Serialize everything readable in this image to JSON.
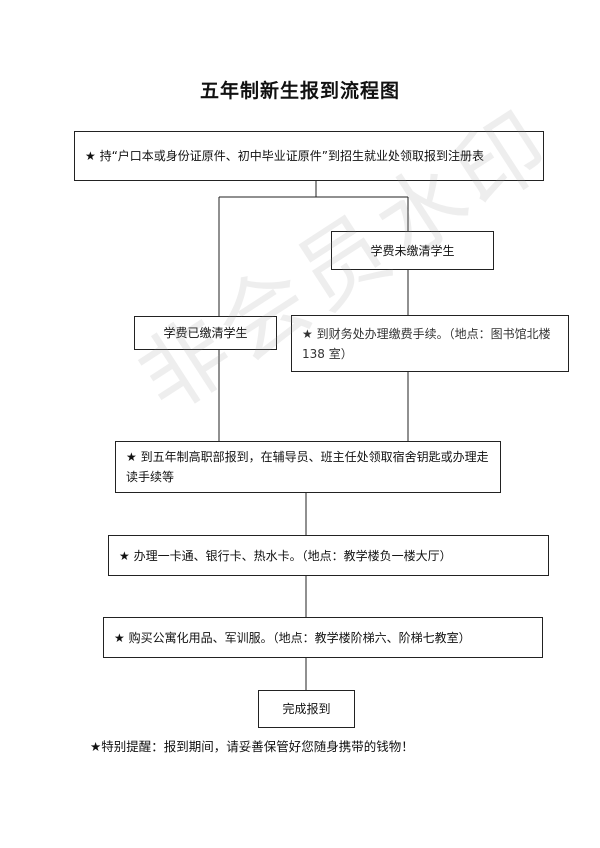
{
  "title": "五年制新生报到流程图",
  "steps": {
    "collect_form": "★ 持“户口本或身份证原件、初中毕业证原件”到招生就业处领取报到注册表",
    "unpaid": "学费未缴清学生",
    "paid": "学费已缴清学生",
    "pay_fee": "★ 到财务处办理缴费手续。（地点：图书馆北楼 138 室）",
    "register_dorm": "★ 到五年制高职部报到，在辅导员、班主任处领取宿舍钥匙或办理走读手续等",
    "cards": "★ 办理一卡通、银行卡、热水卡。（地点：教学楼负一楼大厅）",
    "supplies": "★ 购买公寓化用品、军训服。（地点：教学楼阶梯六、阶梯七教室）",
    "done": "完成报到"
  },
  "note": "★特别提醒：报到期间，请妥善保管好您随身携带的钱物！",
  "watermark": "非会员水印"
}
